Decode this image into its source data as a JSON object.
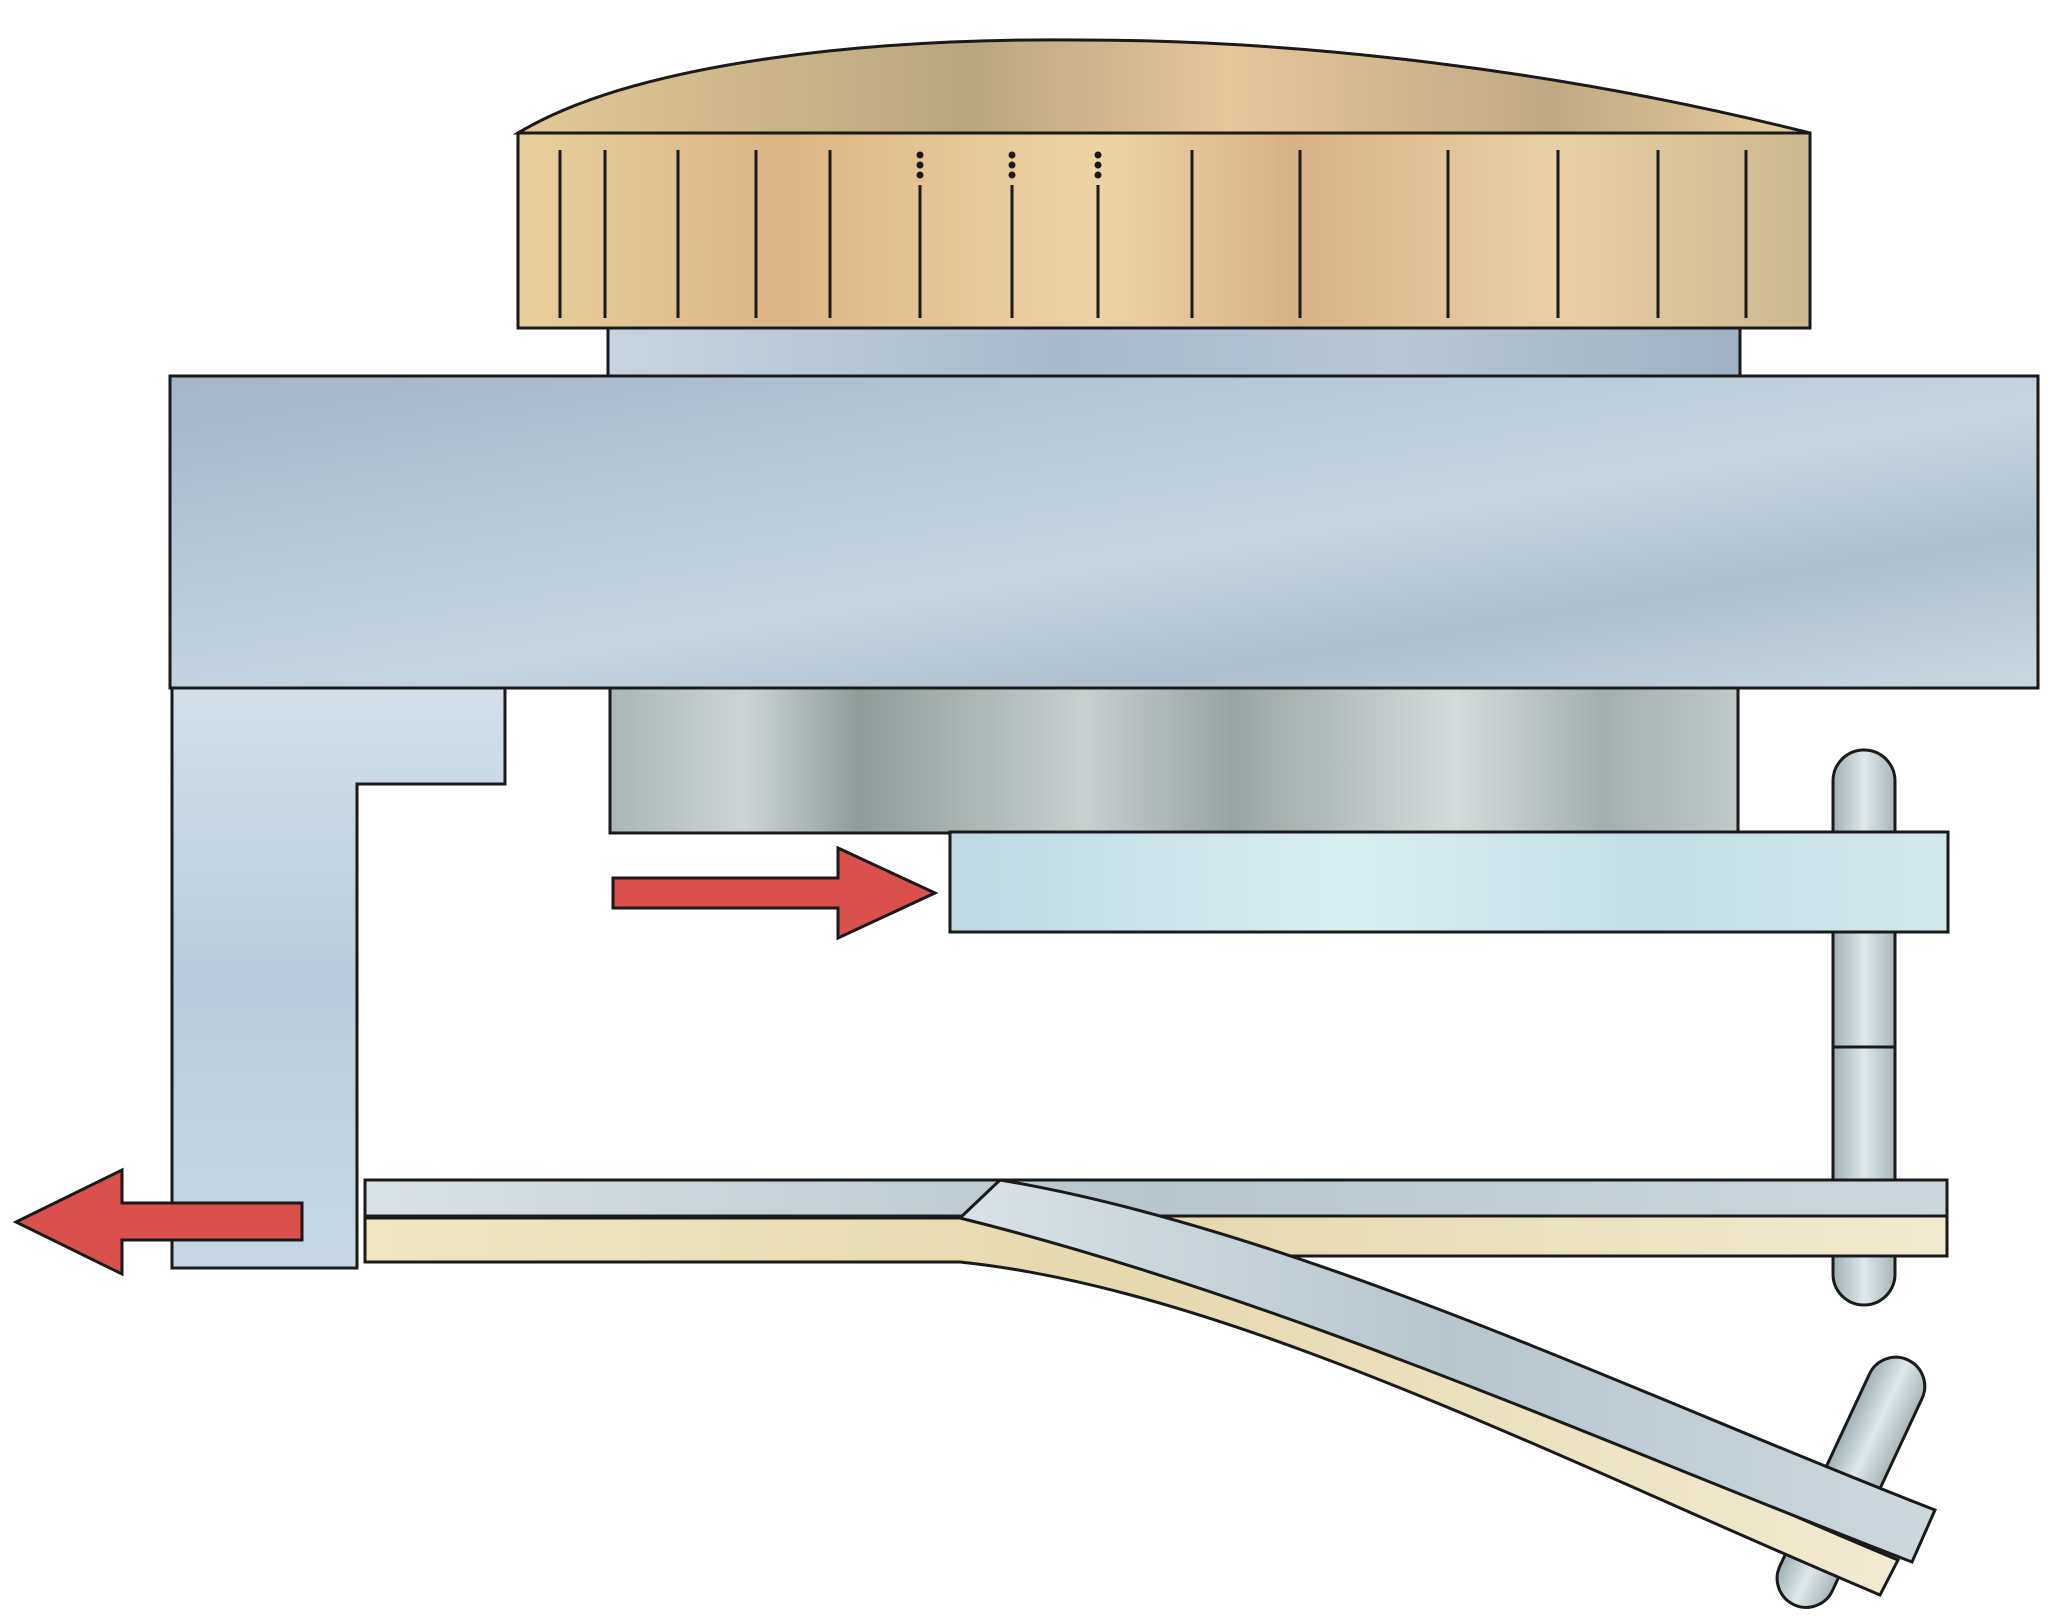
{
  "diagram": {
    "description_text": "",
    "colors": {
      "outline": "#1a1a1a",
      "knob_base": "#e8c99a",
      "knob_shade": "#b8a67e",
      "plate_blue": "#a9bccd",
      "plate_blue_light": "#c9d8e3",
      "drum_grey": "#b9c3c3",
      "drum_dark": "#8e9a98",
      "glass_slide": "#cfe6ea",
      "strip_cream": "#ece3bd",
      "strip_grey": "#c4cfd6",
      "arrow_red": "#d9504c",
      "arrow_red_dark": "#b83a38"
    },
    "parts": [
      {
        "id": "knurled-knob",
        "shape": "knurled cylinder"
      },
      {
        "id": "knob-collar",
        "shape": "short cylinder"
      },
      {
        "id": "main-plate",
        "shape": "rectangle"
      },
      {
        "id": "drum",
        "shape": "cylinder"
      },
      {
        "id": "l-bracket",
        "shape": "stepped L"
      },
      {
        "id": "slide-bar",
        "shape": "flat bar"
      },
      {
        "id": "vertical-pin",
        "shape": "rounded rod"
      },
      {
        "id": "flat-spring",
        "shape": "bent laminated strip"
      },
      {
        "id": "spring-pin",
        "shape": "rounded rod"
      },
      {
        "id": "arrow-right",
        "direction": "right"
      },
      {
        "id": "arrow-left",
        "direction": "left"
      }
    ]
  }
}
